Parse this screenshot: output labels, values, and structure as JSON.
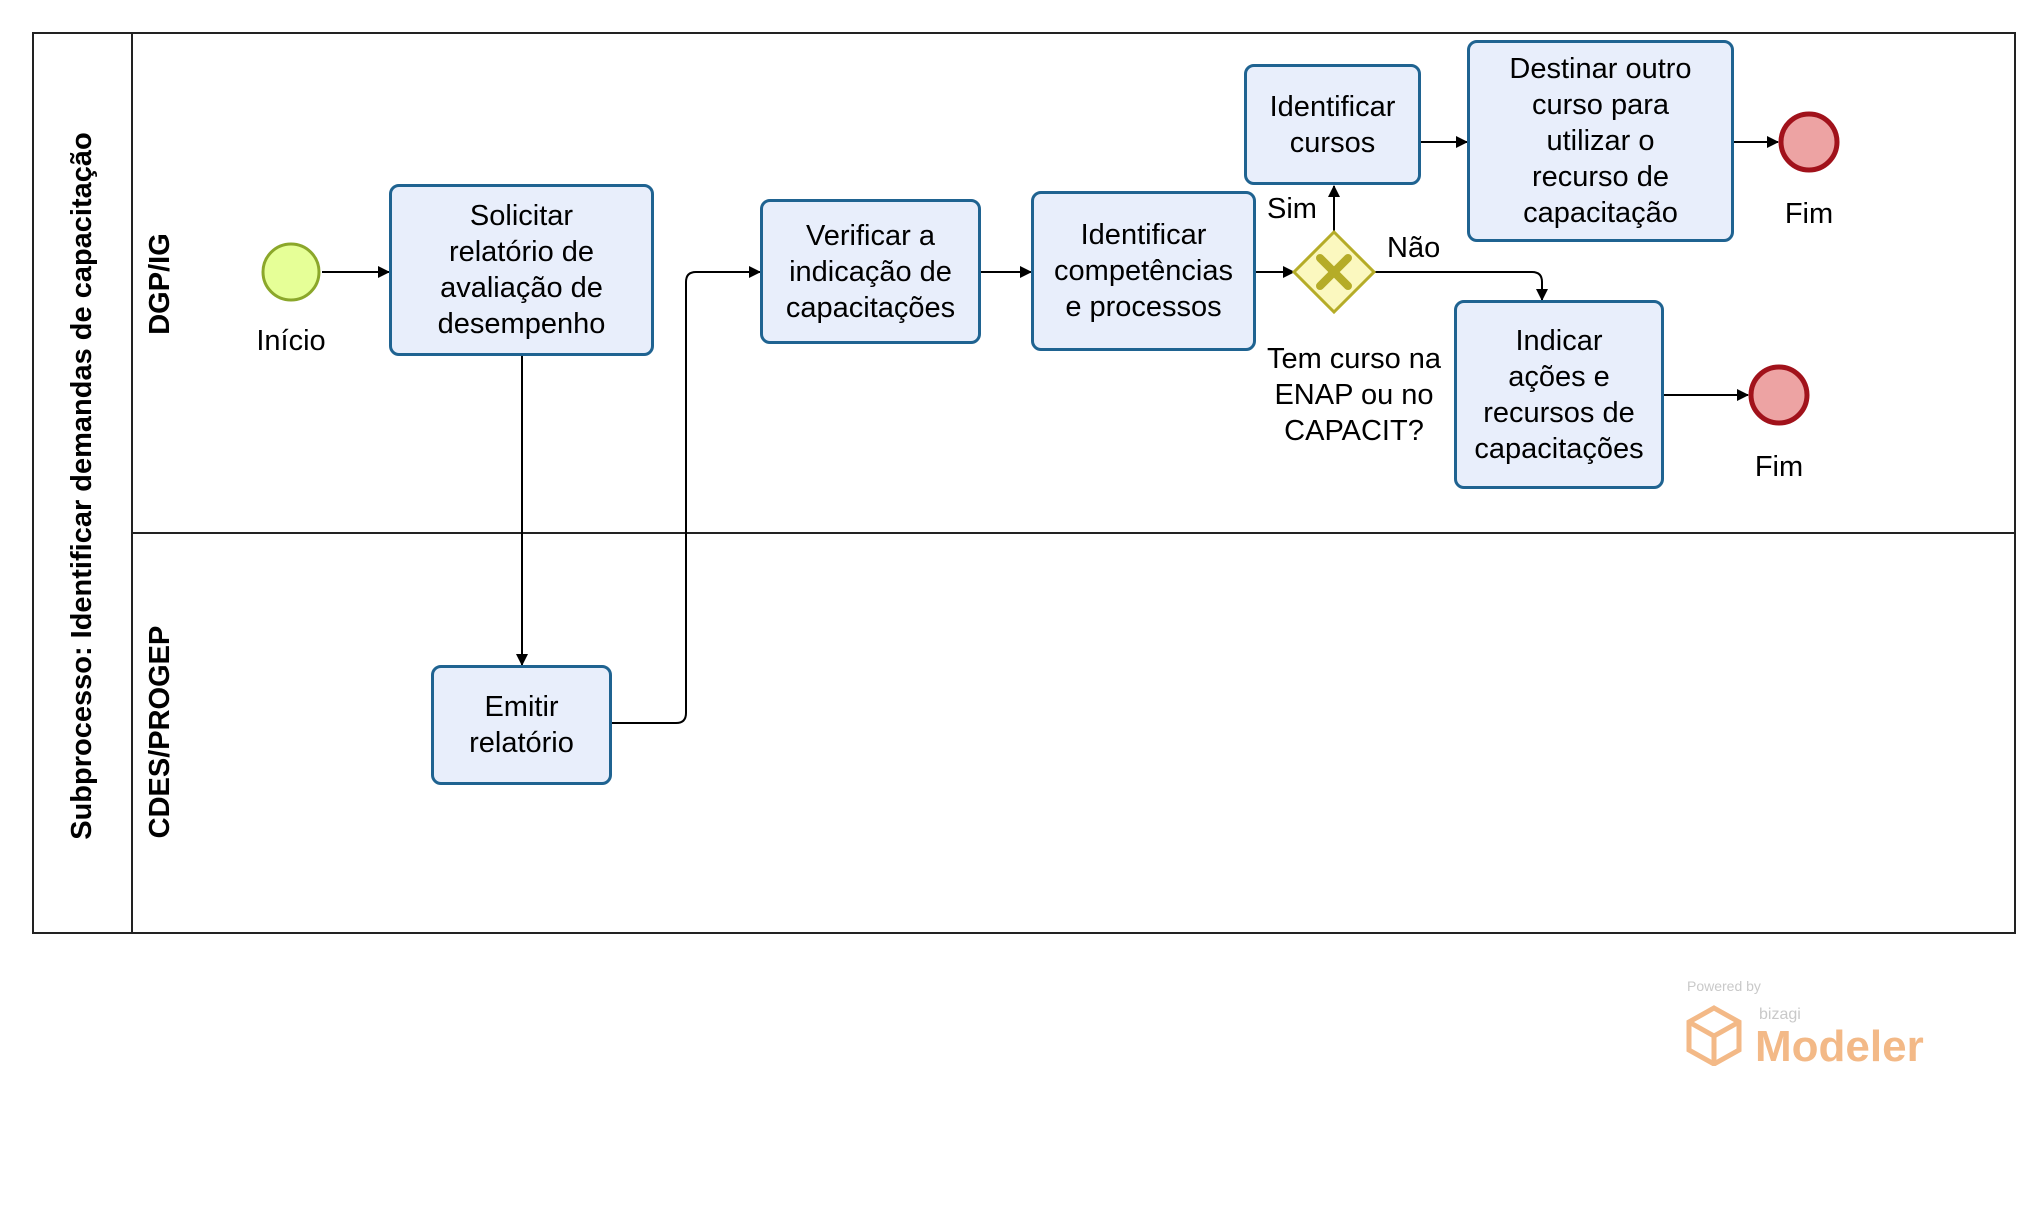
{
  "pool": {
    "title": "Subprocesso: Identificar demandas de capacitação"
  },
  "lanes": [
    {
      "name": "DGP/IG"
    },
    {
      "name": "CDES/PROGEP"
    }
  ],
  "events": {
    "start": {
      "label": "Início",
      "fill": "#e6ff97",
      "stroke": "#8ba72a"
    },
    "end1": {
      "label": "Fim",
      "fill": "#eda3a3",
      "stroke": "#a1121b"
    },
    "end2": {
      "label": "Fim",
      "fill": "#eda3a3",
      "stroke": "#a1121b"
    }
  },
  "tasks": {
    "solicitar": "Solicitar\nrelatório de\navaliação de\ndesempenho",
    "emitir": "Emitir\nrelatório",
    "verificar": "Verificar a\nindicação de\ncapacitações",
    "competencias": "Identificar\ncompetências\ne processos",
    "cursos": "Identificar\ncursos",
    "destinar": "Destinar outro\ncurso para\nutilizar o\nrecurso de\ncapacitação",
    "indicar": "Indicar\nações e\nrecursos de\ncapacitações"
  },
  "gateway": {
    "question": "Tem curso na\nENAP ou no\nCAPACIT?",
    "yes_label": "Sim",
    "no_label": "Não",
    "fill": "#fbf8bf",
    "stroke": "#b5ac28"
  },
  "colors": {
    "task_fill": "#e8eefb",
    "task_stroke": "#1f6391",
    "flow": "#000000",
    "watermark": "#f3b987"
  },
  "watermark": {
    "powered": "Powered by",
    "brand": "bizagi",
    "product": "Modeler"
  }
}
